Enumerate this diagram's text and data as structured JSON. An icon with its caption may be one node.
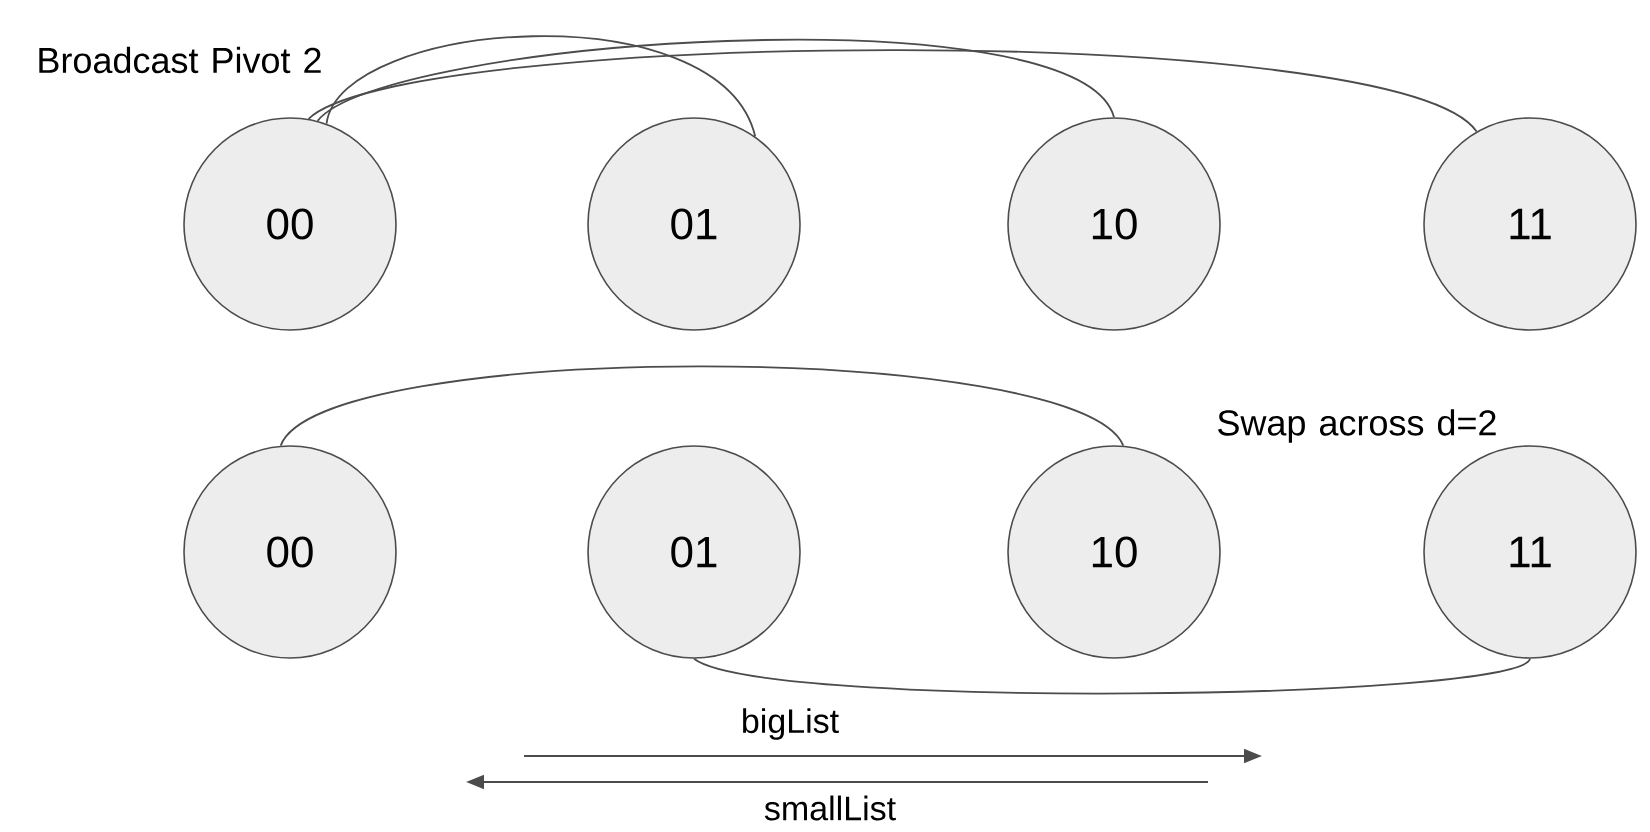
{
  "diagram": {
    "nodes": [
      {
        "text": [
          "00"
        ]
      },
      {
        "text": [
          "01"
        ]
      },
      {
        "text": [
          "10"
        ]
      },
      {
        "text": [
          "11"
        ]
      },
      {
        "text": [
          "00"
        ]
      },
      {
        "text": [
          "01"
        ]
      },
      {
        "text": [
          "10"
        ]
      },
      {
        "text": [
          "11"
        ]
      }
    ],
    "edges": [
      {
        "from": 0,
        "to": 1,
        "arrow": "none"
      },
      {
        "from": 0,
        "to": 2,
        "arrow": "none"
      },
      {
        "from": 0,
        "to": 3,
        "arrow": "none"
      },
      {
        "from": 4,
        "to": 6,
        "arrow": "none"
      },
      {
        "from": 5,
        "to": 7,
        "arrow": "none"
      }
    ],
    "labels": [
      "Broadcast Pivot 2",
      "Swap across d=2",
      "bigList",
      "smallList"
    ]
  }
}
